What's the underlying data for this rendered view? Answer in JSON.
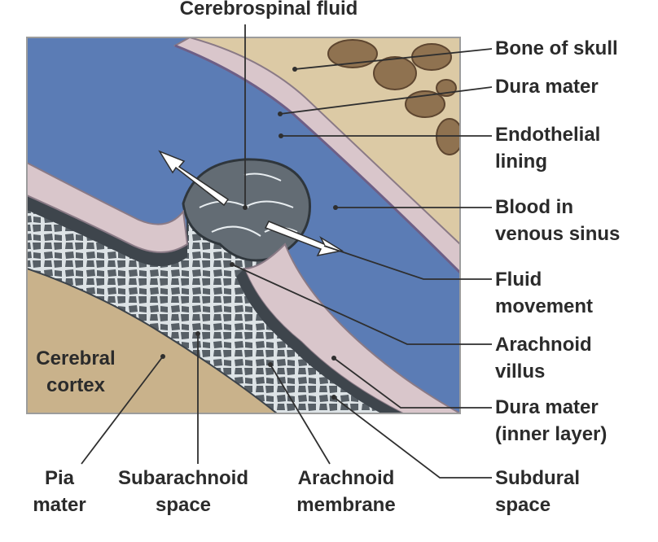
{
  "labels": {
    "cerebrospinal_fluid": "Cerebrospinal fluid",
    "bone_of_skull": "Bone of skull",
    "dura_mater": "Dura mater",
    "endothelial_lining": [
      "Endothelial",
      "lining"
    ],
    "blood_in_venous_sinus": [
      "Blood in",
      "venous sinus"
    ],
    "fluid_movement": [
      "Fluid",
      "movement"
    ],
    "arachnoid_villus": [
      "Arachnoid",
      "villus"
    ],
    "dura_mater_inner": [
      "Dura mater",
      "(inner layer)"
    ],
    "subdural_space": [
      "Subdural",
      "space"
    ],
    "cerebral_cortex": [
      "Cerebral",
      "cortex"
    ],
    "pia_mater": [
      "Pia",
      "mater"
    ],
    "subarachnoid_space": [
      "Subarachnoid",
      "space"
    ],
    "arachnoid_membrane": [
      "Arachnoid",
      "membrane"
    ]
  },
  "colors": {
    "bone": "#dccaa5",
    "blood": "#5b7cb5",
    "dura": "#d9c6cb",
    "arachnoid_network": "#565f67",
    "cortex": "#c9b28b",
    "text": "#2b2b2b",
    "leader": "#2f2f2f"
  }
}
